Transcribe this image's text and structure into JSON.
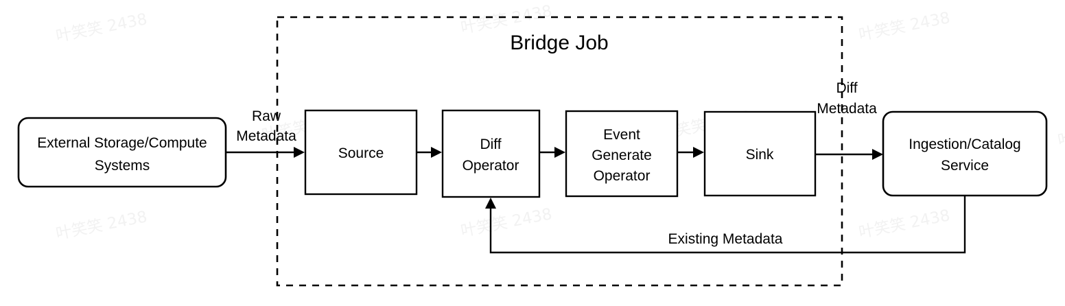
{
  "diagram": {
    "title": "Bridge Job",
    "watermark_text": "叶笑笑 2438",
    "colors": {
      "background": "#ffffff",
      "stroke": "#000000",
      "text": "#000000",
      "watermark": "#f2f2f2"
    },
    "boundary": {
      "label": "Bridge Job",
      "style": "dashed"
    },
    "nodes": [
      {
        "id": "external",
        "label_line1": "External Storage/Compute",
        "label_line2": "Systems",
        "shape": "rounded-rect"
      },
      {
        "id": "source",
        "label_line1": "Source",
        "label_line2": "",
        "shape": "rect"
      },
      {
        "id": "diff-operator",
        "label_line1": "Diff",
        "label_line2": "Operator",
        "shape": "rect"
      },
      {
        "id": "event-generate-operator",
        "label_line1": "Event",
        "label_line2": "Generate",
        "label_line3": "Operator",
        "shape": "rect"
      },
      {
        "id": "sink",
        "label_line1": "Sink",
        "label_line2": "",
        "shape": "rect"
      },
      {
        "id": "ingestion",
        "label_line1": "Ingestion/Catalog",
        "label_line2": "Service",
        "shape": "rounded-rect"
      }
    ],
    "edges": [
      {
        "id": "raw-metadata",
        "label_line1": "Raw",
        "label_line2": "Metadata",
        "from": "external",
        "to": "source"
      },
      {
        "id": "source-to-diff",
        "label_line1": "",
        "label_line2": "",
        "from": "source",
        "to": "diff-operator"
      },
      {
        "id": "diff-to-event",
        "label_line1": "",
        "label_line2": "",
        "from": "diff-operator",
        "to": "event-generate-operator"
      },
      {
        "id": "event-to-sink",
        "label_line1": "",
        "label_line2": "",
        "from": "event-generate-operator",
        "to": "sink"
      },
      {
        "id": "diff-metadata",
        "label_line1": "Diff",
        "label_line2": "Metadata",
        "from": "sink",
        "to": "ingestion"
      },
      {
        "id": "existing-metadata",
        "label_line1": "Existing Metadata",
        "label_line2": "",
        "from": "ingestion",
        "to": "diff-operator"
      }
    ]
  }
}
